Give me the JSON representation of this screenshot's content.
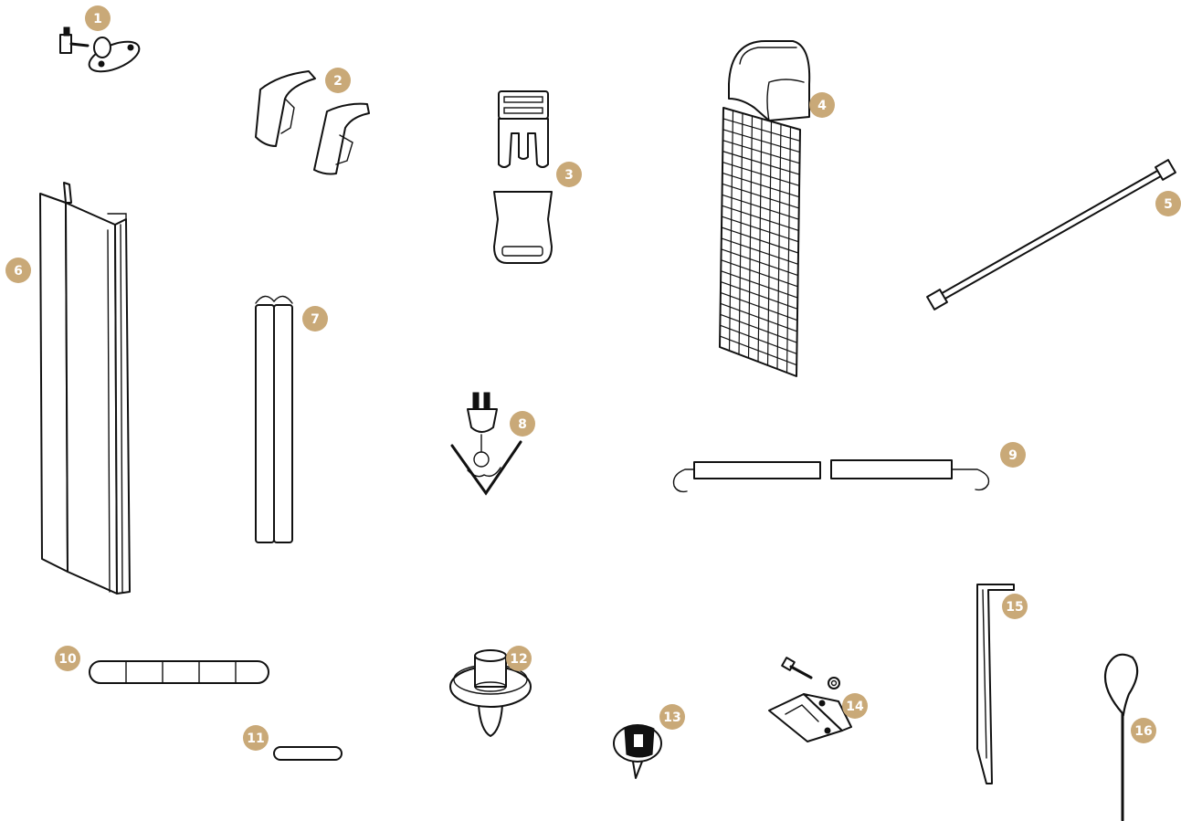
{
  "colors": {
    "badge": "#c9a978",
    "badge_text": "#ffffff",
    "line": "#111111",
    "background": "#ffffff"
  },
  "parts": [
    {
      "id": "part-1",
      "label": "1",
      "icon": "hinge-clamp-icon"
    },
    {
      "id": "part-2",
      "label": "2",
      "icon": "corner-cap-pair-icon"
    },
    {
      "id": "part-3",
      "label": "3",
      "icon": "buckle-icon"
    },
    {
      "id": "part-4",
      "label": "4",
      "icon": "mesh-panel-clip-icon"
    },
    {
      "id": "part-5",
      "label": "5",
      "icon": "tension-rod-icon"
    },
    {
      "id": "part-6",
      "label": "6",
      "icon": "frame-profile-icon"
    },
    {
      "id": "part-7",
      "label": "7",
      "icon": "double-tube-icon"
    },
    {
      "id": "part-8",
      "label": "8",
      "icon": "hook-clip-icon"
    },
    {
      "id": "part-9",
      "label": "9",
      "icon": "tension-spring-bar-icon"
    },
    {
      "id": "part-10",
      "label": "10",
      "icon": "segmented-strap-icon"
    },
    {
      "id": "part-11",
      "label": "11",
      "icon": "short-strap-icon"
    },
    {
      "id": "part-12",
      "label": "12",
      "icon": "push-rivet-icon"
    },
    {
      "id": "part-13",
      "label": "13",
      "icon": "plug-connector-icon"
    },
    {
      "id": "part-14",
      "label": "14",
      "icon": "bracket-with-bolt-icon"
    },
    {
      "id": "part-15",
      "label": "15",
      "icon": "ground-stake-icon"
    },
    {
      "id": "part-16",
      "label": "16",
      "icon": "loop-pin-icon"
    }
  ]
}
